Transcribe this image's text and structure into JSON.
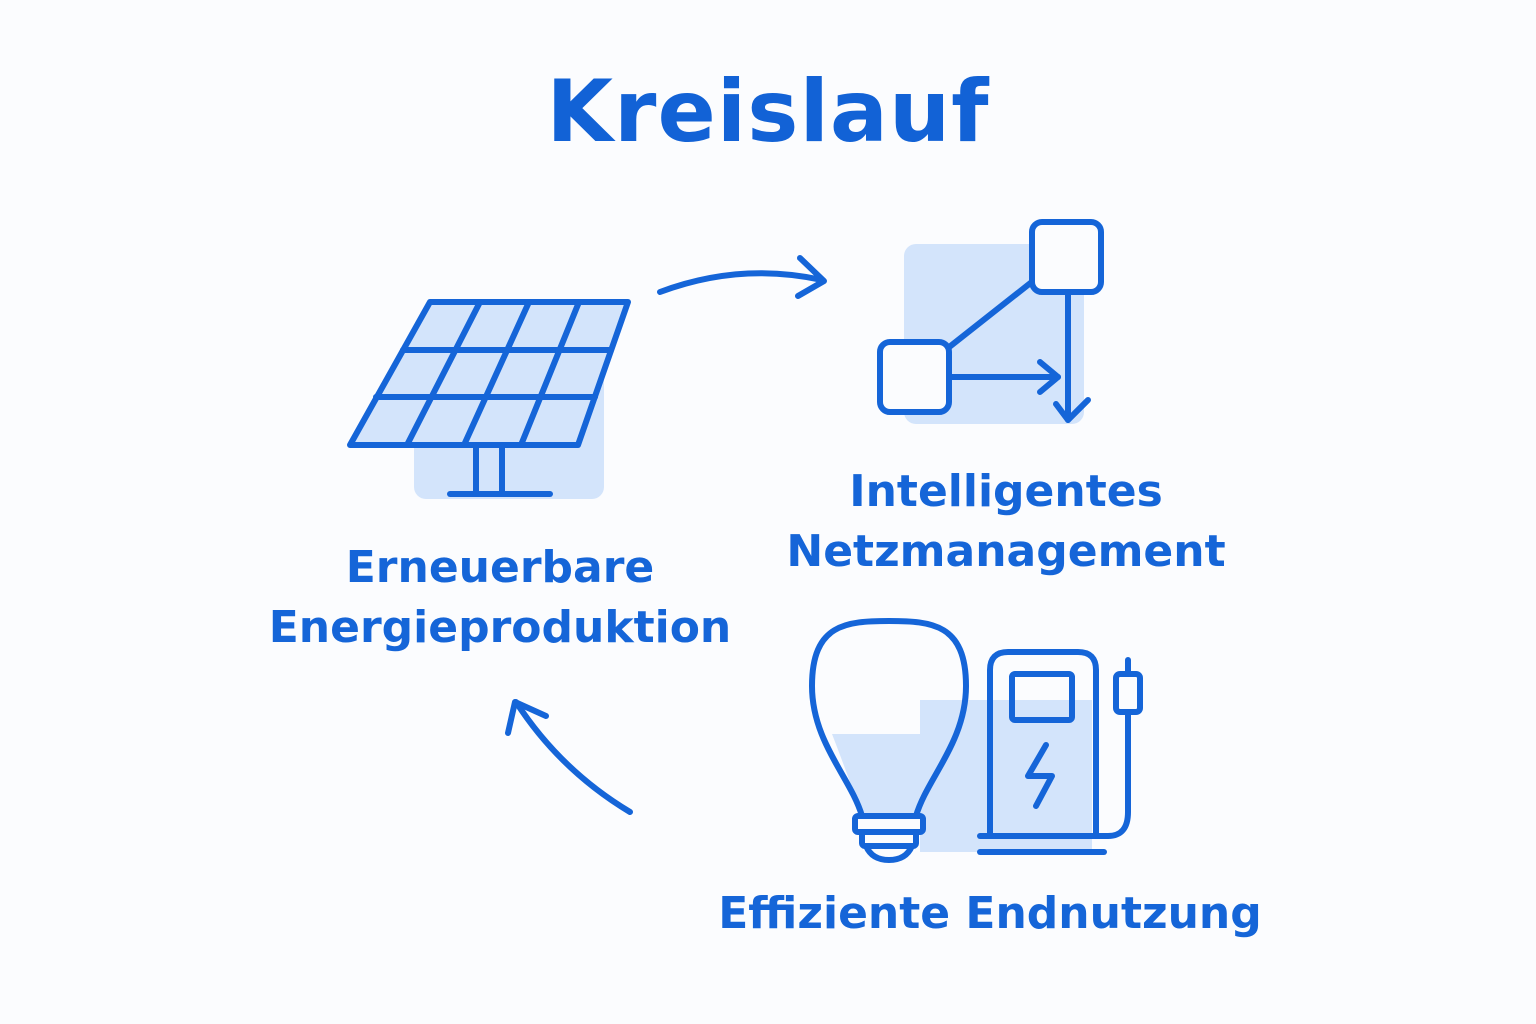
{
  "diagram": {
    "title": "Kreislauf",
    "nodes": [
      {
        "id": "renewable",
        "label_lines": [
          "Erneuerbare",
          "Energieproduktion"
        ],
        "icon": "solar-panel-icon"
      },
      {
        "id": "grid",
        "label_lines": [
          "Intelligentes",
          "Netzmanagement"
        ],
        "icon": "network-nodes-icon"
      },
      {
        "id": "usage",
        "label_lines": [
          "Effiziente Endnutzung"
        ],
        "icon": "lightbulb-and-charging-station-icon"
      }
    ],
    "edges": [
      {
        "from": "renewable",
        "to": "grid"
      },
      {
        "from": "usage",
        "to": "renewable"
      }
    ]
  },
  "colors": {
    "primary": "#1565d8",
    "fill_light": "#d3e4fb",
    "background": "#fbfcfe"
  }
}
